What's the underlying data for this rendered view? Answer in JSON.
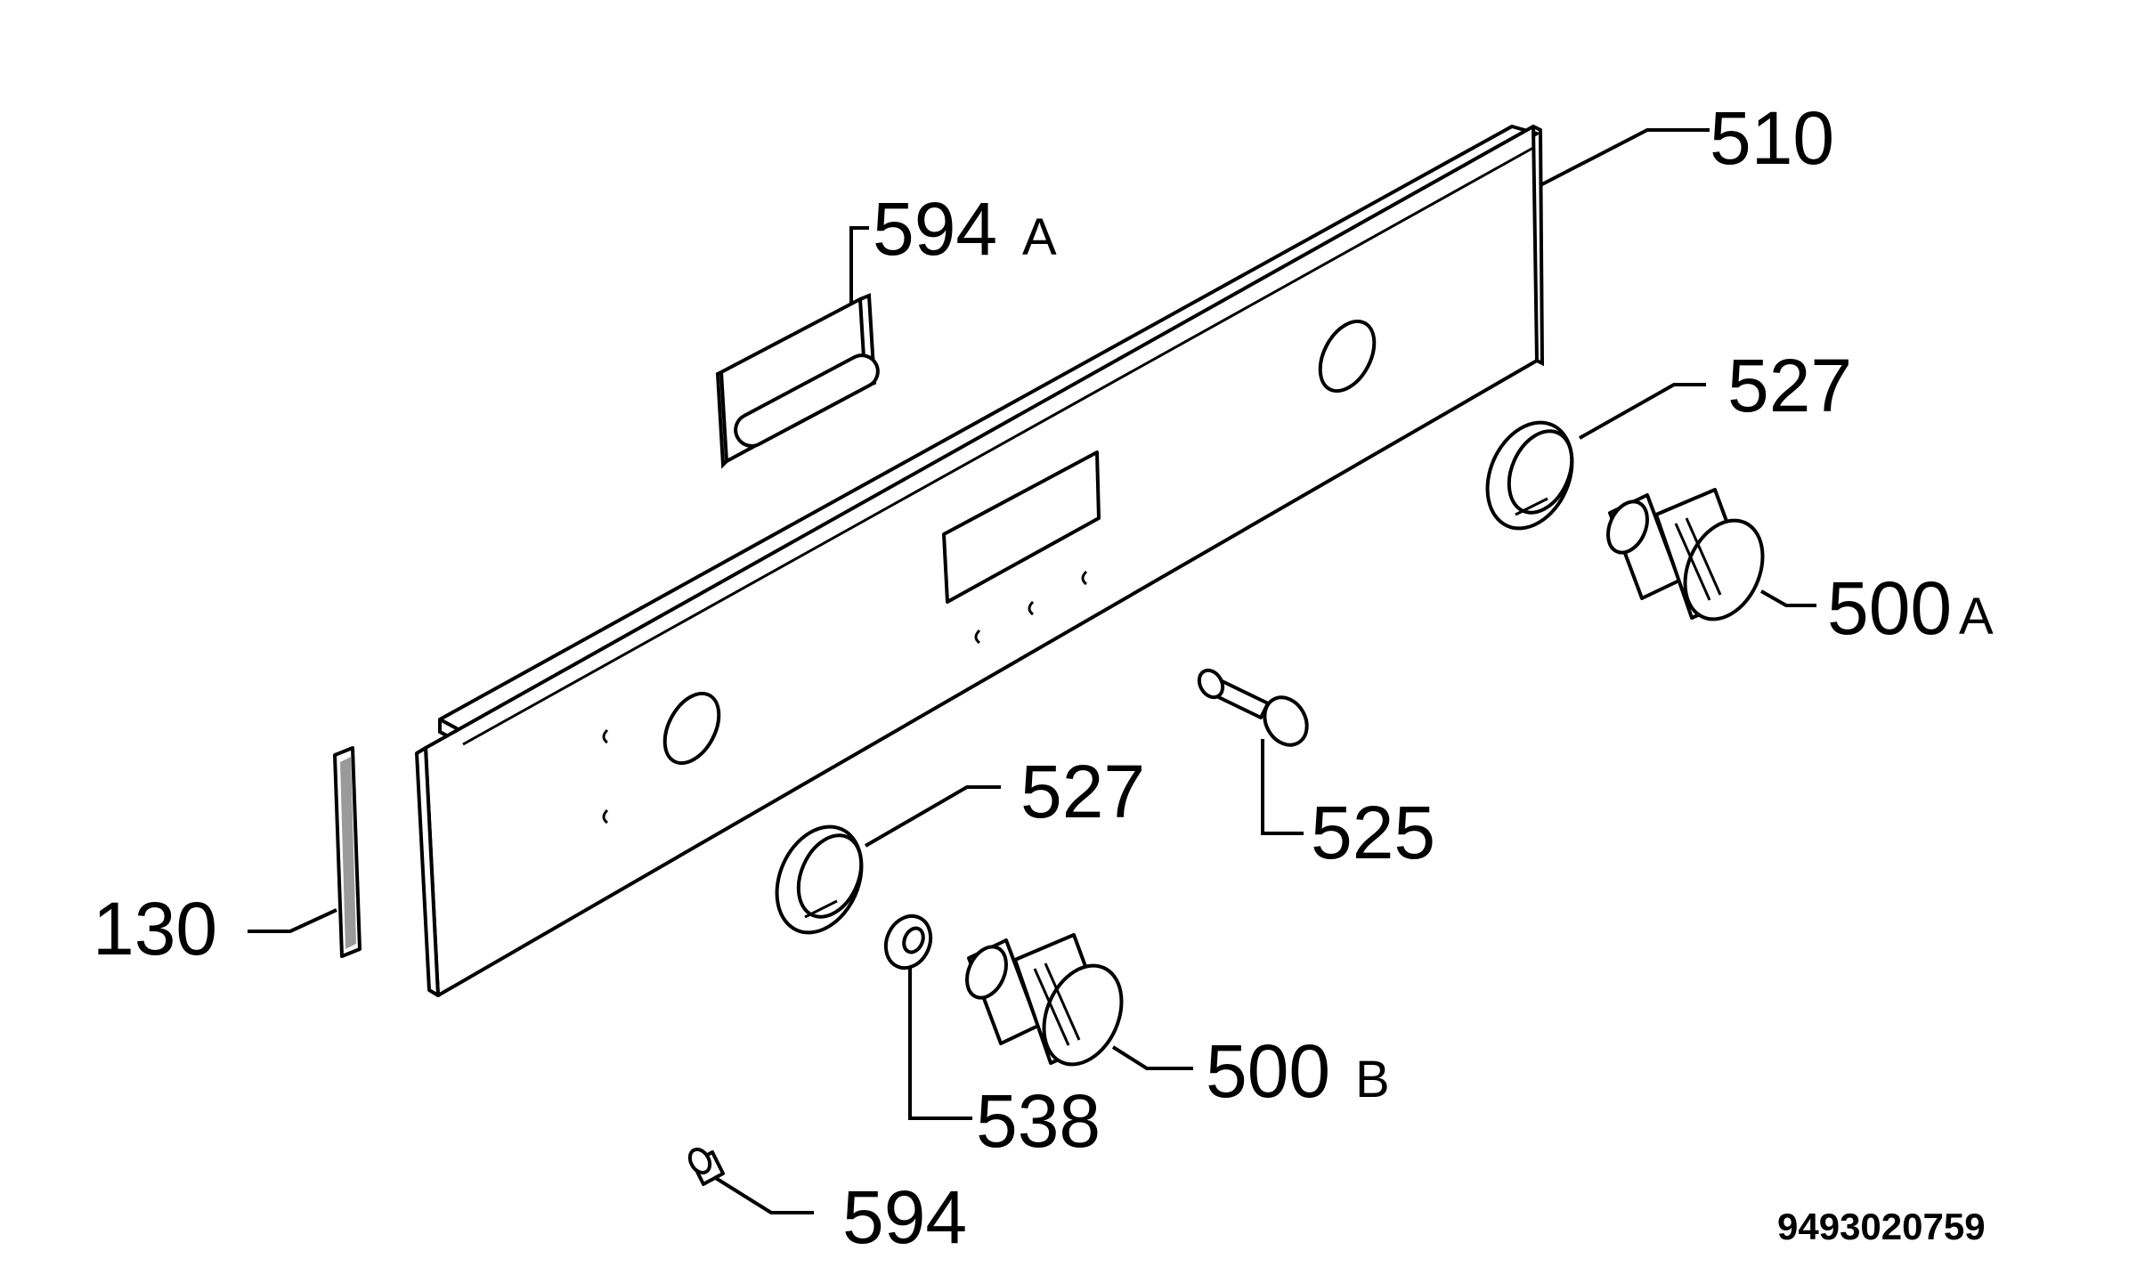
{
  "diagram": {
    "labels": {
      "p510": "510",
      "p594a": "594",
      "p594a_suffix": "A",
      "p527_top": "527",
      "p500a": "500",
      "p500a_suffix": "A",
      "p525": "525",
      "p527_bottom": "527",
      "p130": "130",
      "p500b": "500",
      "p500b_suffix": "B",
      "p538": "538",
      "p594": "594"
    },
    "drawing_code": "9493020759"
  }
}
